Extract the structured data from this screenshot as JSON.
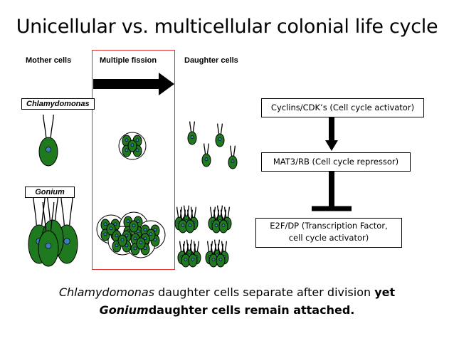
{
  "slide": {
    "title": "Unicellular vs. multicellular colonial life cycle"
  },
  "columns": {
    "mother": "Mother cells",
    "fission": "Multiple fission",
    "daughter": "Daughter cells"
  },
  "organisms": {
    "chlamydomonas": "Chlamydomonas",
    "gonium": "Gonium"
  },
  "pathway": {
    "activator": "Cyclins/CDK’s (Cell cycle activator)",
    "repressor": "MAT3/RB (Cell cycle repressor)",
    "tf_line1": "E2F/DP (Transcription Factor,",
    "tf_line2": "cell cycle activator)"
  },
  "caption": {
    "line1_italic": "Chlamydomonas",
    "line1_rest": " daughter cells separate after division ",
    "line1_bold": "yet",
    "line2_bold_italic": "Gonium",
    "line2_bold": "daughter cells remain attached."
  },
  "colors": {
    "cell_fill": "#1f7a1f",
    "nucleus_fill": "#3d7fbf",
    "highlight_border": "#e0302f"
  }
}
